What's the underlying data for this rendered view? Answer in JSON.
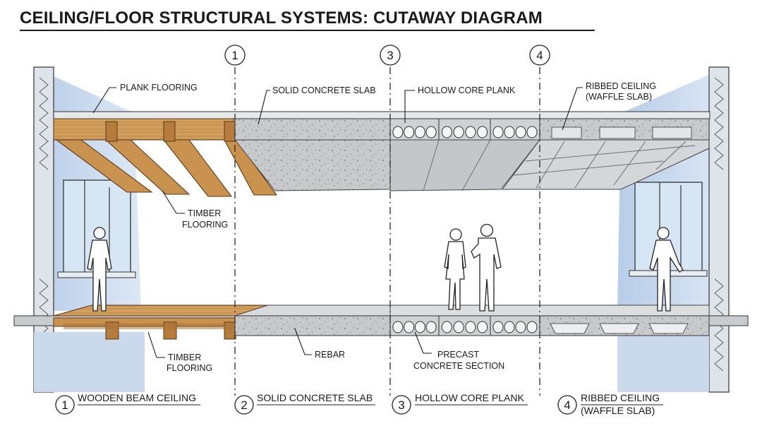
{
  "title": "CEILING/FLOOR STRUCTURAL SYSTEMS: CUTAWAY DIAGRAM",
  "markers": [
    "1",
    "3",
    "4"
  ],
  "labels": {
    "plank_flooring": "PLANK FLOORING",
    "solid_concrete_slab": "SOLID CONCRETE SLAB",
    "hollow_core_plank": "HOLLOW CORE PLANK",
    "ribbed_ceiling": [
      "RIBBED CEILING",
      "(WAFFLE SLAB)"
    ],
    "timber_flooring_upper": [
      "TIMBER",
      "FLOORING"
    ],
    "timber_flooring_lower": [
      "TIMBER",
      "FLOORING"
    ],
    "rebar": "REBAR",
    "precast": [
      "PRECAST",
      "CONCRETE SECTION"
    ]
  },
  "captions": [
    {
      "num": "1",
      "lines": [
        "WOODEN BEAM CEILING"
      ]
    },
    {
      "num": "2",
      "lines": [
        "SOLID CONCRETE SLAB"
      ]
    },
    {
      "num": "3",
      "lines": [
        "HOLLOW CORE PLANK"
      ]
    },
    {
      "num": "4",
      "lines": [
        "RIBBED CEILING",
        "(WAFFLE SLAB)"
      ]
    }
  ],
  "colors": {
    "wall": "#c9d9ee",
    "window_glass": "#d6e6f5",
    "timber": "#c9924f",
    "timber_dark": "#8a5a2b",
    "concrete": "#c7c9cb",
    "concrete_dark": "#9ea2a6"
  }
}
